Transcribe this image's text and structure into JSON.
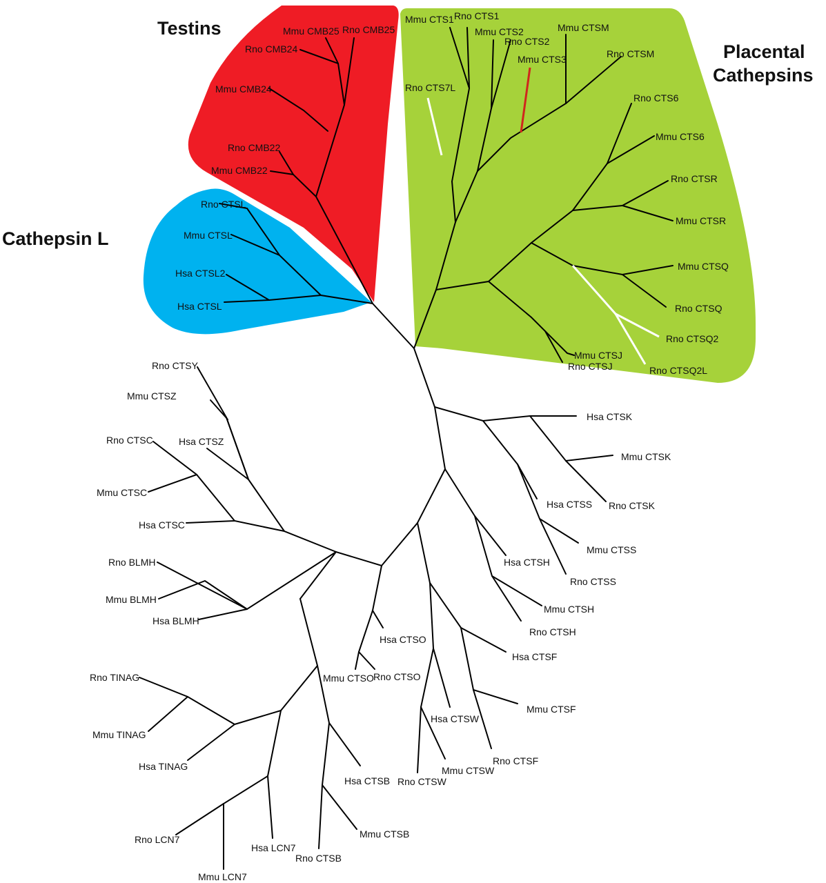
{
  "colors": {
    "testins": "#ef1c25",
    "placental": "#a6d23a",
    "cathepsin_l": "#00b2ef",
    "branch": "#000000",
    "highlight_white": "#ffffff",
    "highlight_red": "#d0261d"
  },
  "groups": {
    "testins": "Testins",
    "placental_line1": "Placental",
    "placental_line2": "Cathepsins",
    "cathepsin_l": "Cathepsin L"
  },
  "leaves": {
    "mmu_cts1": "Mmu CTS1",
    "rno_cts1": "Rno CTS1",
    "mmu_cts2": "Mmu CTS2",
    "rno_cts2": "Rno CTS2",
    "mmu_cts3": "Mmu CTS3",
    "mmu_ctsm": "Mmu CTSM",
    "rno_ctsm": "Rno CTSM",
    "rno_cts7l": "Rno CTS7L",
    "rno_cts6": "Rno CTS6",
    "mmu_cts6": "Mmu CTS6",
    "rno_ctsr": "Rno CTSR",
    "mmu_ctsr": "Mmu CTSR",
    "mmu_ctsq": "Mmu CTSQ",
    "rno_ctsq": "Rno CTSQ",
    "rno_ctsq2": "Rno CTSQ2",
    "rno_ctsq2l": "Rno CTSQ2L",
    "mmu_ctsj": "Mmu CTSJ",
    "rno_ctsj": "Rno CTSJ",
    "mmu_cmb25": "Mmu CMB25",
    "rno_cmb25": "Rno CMB25",
    "rno_cmb24": "Rno CMB24",
    "mmu_cmb24": "Mmu CMB24",
    "rno_cmb22": "Rno CMB22",
    "mmu_cmb22": "Mmu CMB22",
    "rno_ctsl": "Rno CTSL",
    "mmu_ctsl": "Mmu CTSL",
    "hsa_ctsl2": "Hsa CTSL2",
    "hsa_ctsl": "Hsa CTSL",
    "rno_ctsy": "Rno CTSY",
    "mmu_ctsz": "Mmu CTSZ",
    "rno_ctsc": "Rno CTSC",
    "hsa_ctsz": "Hsa CTSZ",
    "mmu_ctsc": "Mmu CTSC",
    "hsa_ctsc": "Hsa CTSC",
    "rno_blmh": "Rno BLMH",
    "mmu_blmh": "Mmu BLMH",
    "hsa_blmh": "Hsa BLMH",
    "rno_tinag": "Rno TINAG",
    "mmu_tinag": "Mmu TINAG",
    "hsa_tinag": "Hsa TINAG",
    "rno_lcn7": "Rno LCN7",
    "hsa_lcn7": "Hsa LCN7",
    "mmu_lcn7": "Mmu LCN7",
    "rno_ctsb": "Rno CTSB",
    "mmu_ctsb": "Mmu CTSB",
    "hsa_ctsb": "Hsa CTSB",
    "hsa_ctso": "Hsa CTSO",
    "mmu_ctso": "Mmu CTSO",
    "rno_ctso": "Rno CTSO",
    "hsa_ctsw": "Hsa CTSW",
    "rno_ctsw": "Rno CTSW",
    "mmu_ctsw": "Mmu CTSW",
    "rno_ctsf": "Rno CTSF",
    "mmu_ctsf": "Mmu CTSF",
    "hsa_ctsf": "Hsa CTSF",
    "hsa_ctsh": "Hsa CTSH",
    "mmu_ctsh": "Mmu CTSH",
    "rno_ctsh": "Rno CTSH",
    "hsa_ctsk": "Hsa CTSK",
    "mmu_ctsk": "Mmu CTSK",
    "rno_ctsk": "Rno CTSK",
    "hsa_ctss": "Hsa CTSS",
    "mmu_ctss": "Mmu CTSS",
    "rno_ctss": "Rno CTSS"
  }
}
